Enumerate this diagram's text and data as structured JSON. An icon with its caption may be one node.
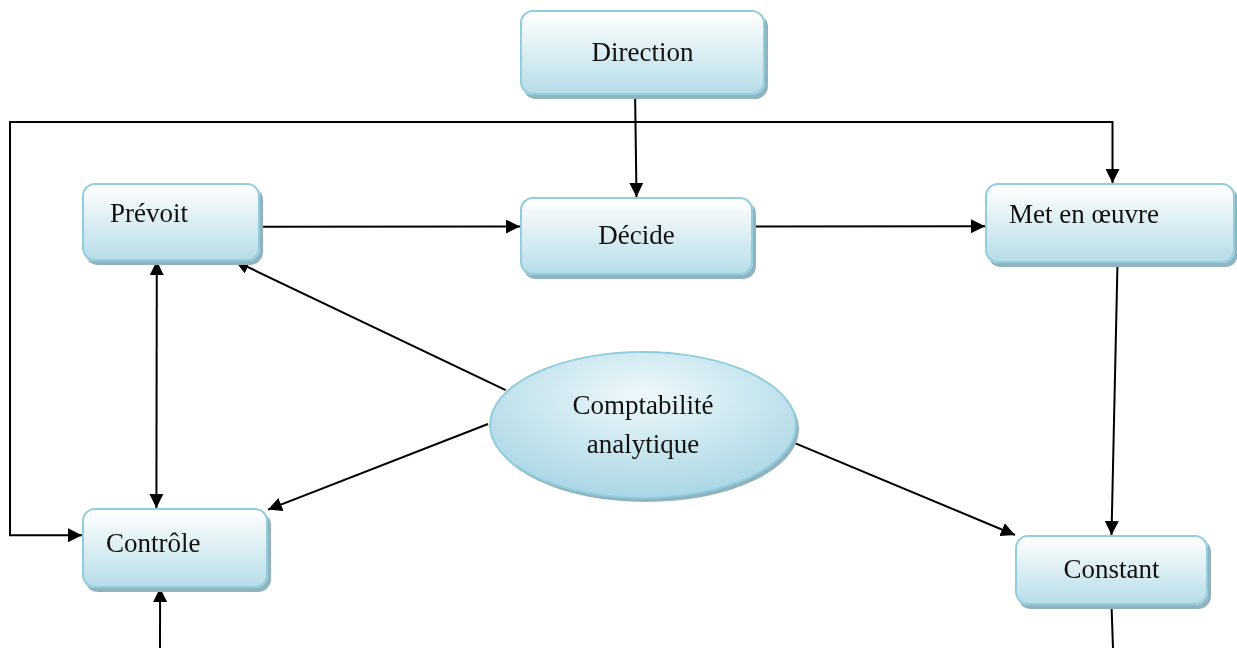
{
  "diagram": {
    "nodes": [
      {
        "text": [
          "Direction"
        ]
      },
      {
        "text": [
          "Prévoit"
        ]
      },
      {
        "text": [
          "Décide"
        ]
      },
      {
        "text": [
          "Met en œuvre"
        ]
      },
      {
        "text": [
          "Comptabilité analytique"
        ]
      },
      {
        "text": [
          "Contrôle"
        ]
      },
      {
        "text": [
          "Constant"
        ]
      }
    ],
    "edges": [
      {
        "from": 0,
        "to": 2,
        "arrow": "to"
      },
      {
        "from": 1,
        "to": 2,
        "arrow": "to"
      },
      {
        "from": 2,
        "to": 3,
        "arrow": "to"
      },
      {
        "from": 1,
        "to": 5,
        "arrow": "both"
      },
      {
        "from": 4,
        "to": 1,
        "arrow": "to"
      },
      {
        "from": 4,
        "to": 5,
        "arrow": "to"
      },
      {
        "from": 4,
        "to": 6,
        "arrow": "to"
      },
      {
        "from": 3,
        "to": 6,
        "arrow": "to"
      },
      {
        "from": 5,
        "to": 3,
        "arrow": "both"
      },
      {
        "from": null,
        "to": 5,
        "arrow": "to"
      },
      {
        "from": 6,
        "to": null,
        "arrow": "none"
      }
    ]
  }
}
